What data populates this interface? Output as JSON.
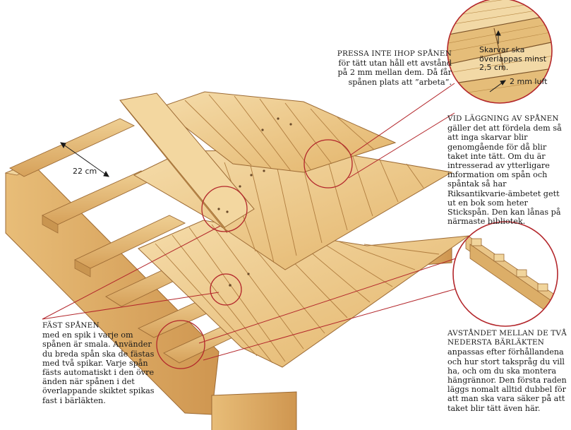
{
  "dimension_label": "22 cm",
  "callouts": {
    "press": {
      "heading": "PRESSA INTE IHOP SPÅNEN",
      "body": "för tätt utan håll ett avstånd på 2 mm mellan dem. Då får spånen plats att ”arbeta”."
    },
    "laying": {
      "heading": "VID LÄGGNING AV SPÅNEN",
      "body": "gäller det att fördela dem så att inga skarvar blir genomgående för då blir taket inte tätt. Om du är intresserad av ytterligare information om spån och spåntak så har Riksantikvarie-ämbetet gett ut en bok som heter Stickspån. Den kan lånas på närmaste bibliotek."
    },
    "fasten": {
      "heading": "FÄST SPÅNEN",
      "body": "med en spik i varje om spånen är smala. Använder du breda spån ska de fästas med två spikar. Varje spån fästs automatiskt i den övre änden när spånen i det överlappande skiktet spikas fast i bärläkten."
    },
    "distance": {
      "heading": "AVSTÅNDET MELLAN DE TVÅ NEDERSTA BÄRLÄKTEN",
      "body": "anpassas efter förhållandena och hur stort takspråg du vill ha, och om du ska montera hängrännor. Den första raden läggs nomalt alltid dubbel för att man ska vara säker på att taket blir tätt även här."
    }
  },
  "detail_circle": {
    "overlap_label": "Skarvar ska överlappas minst 2,5 cm.",
    "gap_label": "2 mm luft"
  },
  "colors": {
    "callout_circle": "#b3262b",
    "wood_light": "#f1d59c",
    "wood_mid": "#e6bd72",
    "wood_dark": "#c99550",
    "wood_edge": "#a0703a"
  }
}
